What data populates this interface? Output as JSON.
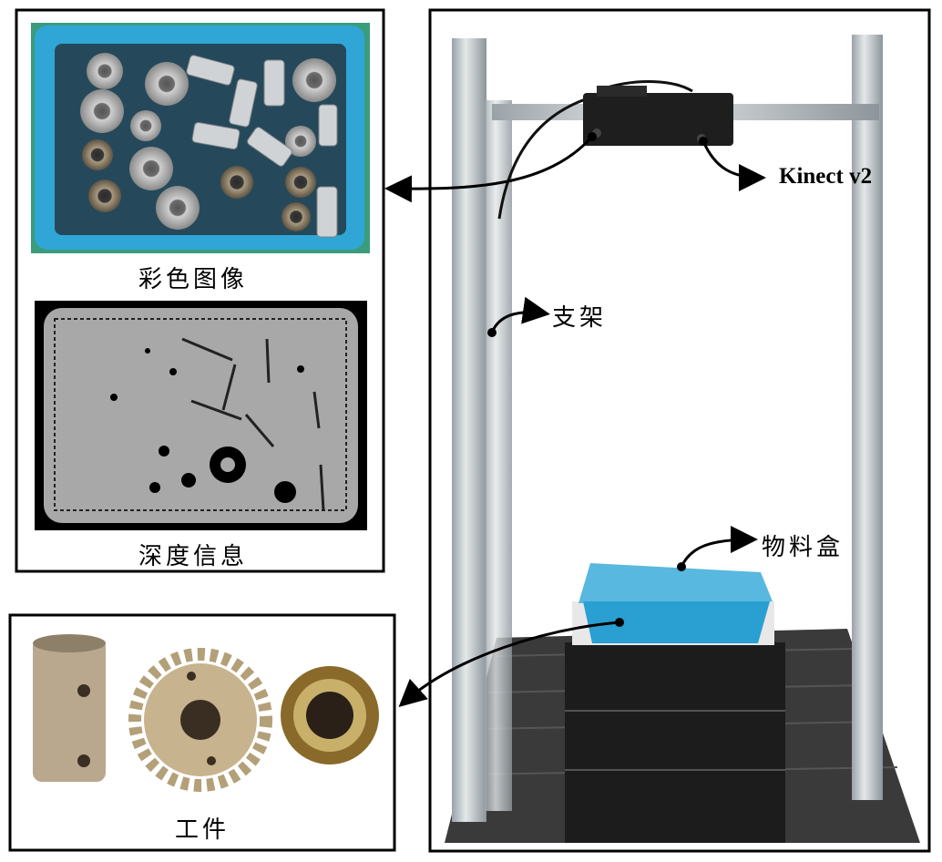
{
  "labels": {
    "color_image": "彩色图像",
    "depth_info": "深度信息",
    "workpiece": "工件",
    "bracket": "支架",
    "material_box": "物料盒",
    "camera": "Kinect v2"
  },
  "colors": {
    "tray_blue": "#2fa6d6",
    "depth_gray": "#a8a8a8",
    "frame_silver": "#c9cfd3",
    "base_dark": "#3a3a3a",
    "box_black": "#1c1c1c"
  }
}
